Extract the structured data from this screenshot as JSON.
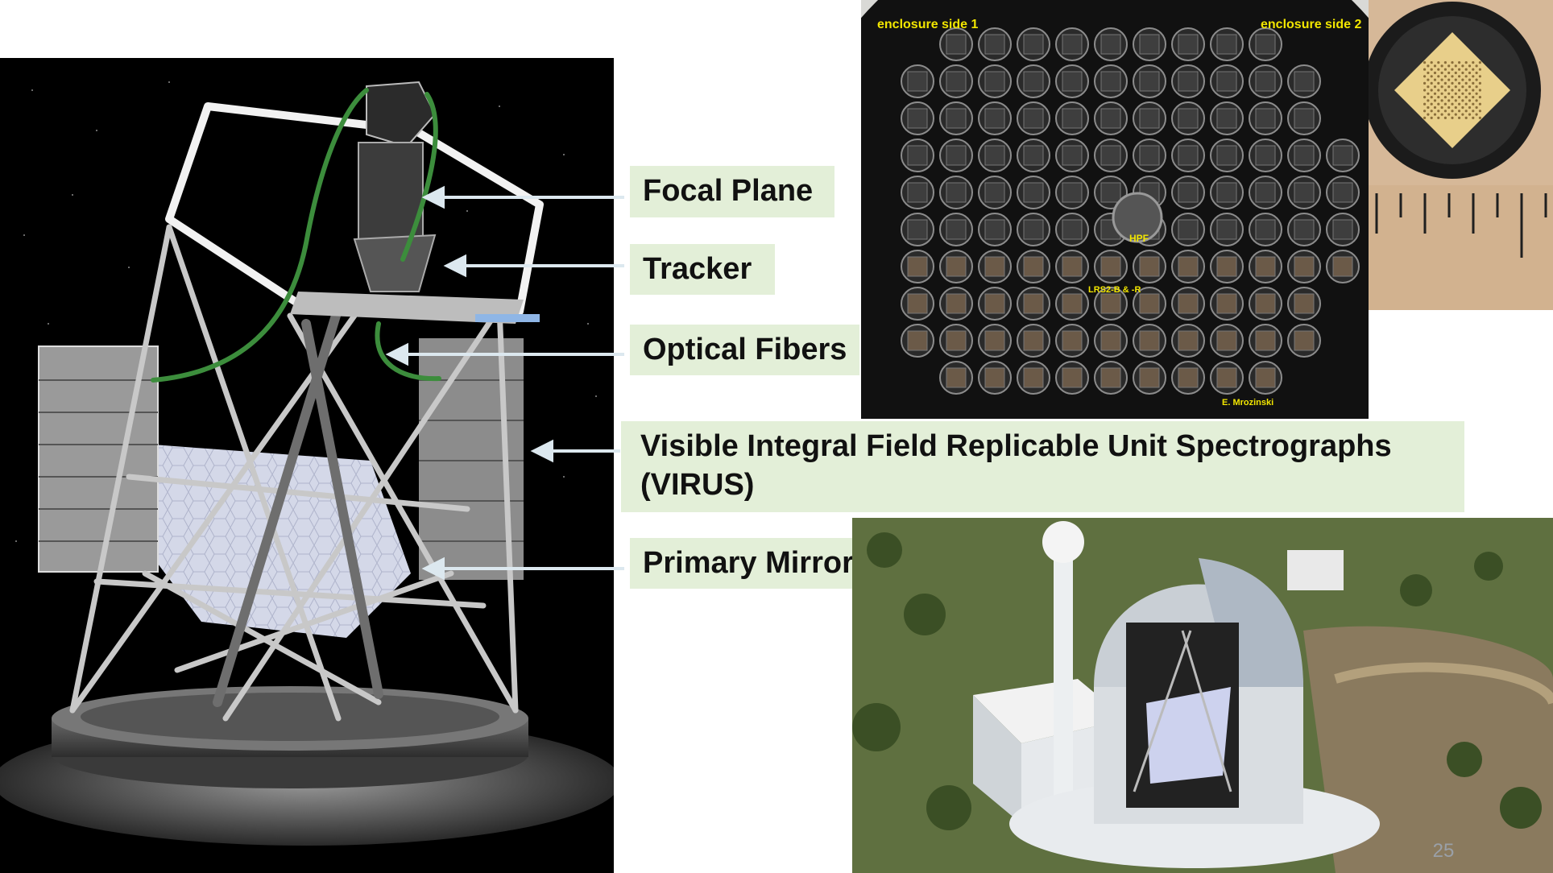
{
  "labels": {
    "focal_plane": "Focal Plane",
    "tracker": "Tracker",
    "optical_fibers": "Optical Fibers",
    "virus_line1": "Visible Integral Field Replicable Unit Spectrographs",
    "virus_line2": "(VIRUS)",
    "primary_mirror": "Primary Mirror"
  },
  "focal_plane_photo": {
    "caption_side1": "enclosure side 1",
    "caption_side2": "enclosure side 2",
    "caption_hpf": "HPF",
    "caption_lrs": "LRS2-B & -R",
    "credit": "E. Mrozinski"
  },
  "slide_number": "25",
  "colors": {
    "label_background": "#e3efd8",
    "arrow": "#dce8ef",
    "caption": "#f2e600",
    "render_background": "#000000"
  }
}
